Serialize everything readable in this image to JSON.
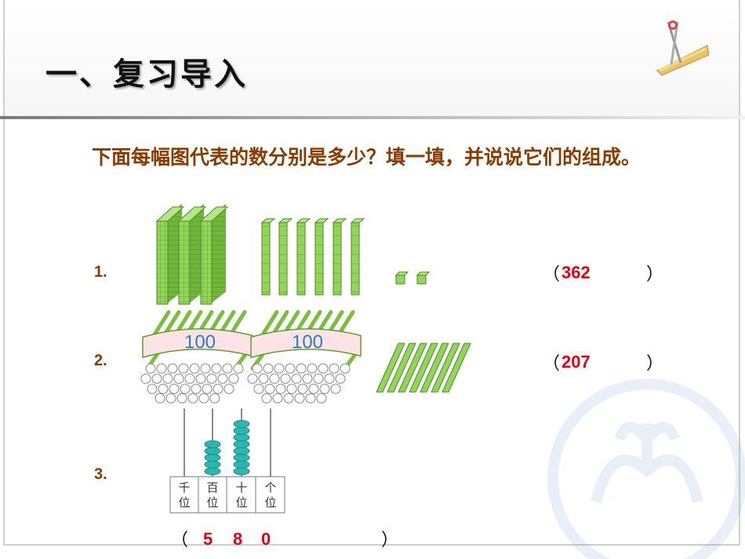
{
  "title": "一、复习导入",
  "question": "下面每幅图代表的数分别是多少？填一填，并说说它们的组成。",
  "items": [
    {
      "label": "1.",
      "open": "（",
      "answer": "362",
      "close": "）"
    },
    {
      "label": "2.",
      "open": "（",
      "answer": "207",
      "close": "）"
    },
    {
      "label": "3.",
      "open": "（",
      "digits": [
        "5",
        "8",
        "0"
      ],
      "close": "）"
    }
  ],
  "bundle_label": "100",
  "abacus_places": [
    {
      "top": "千",
      "bottom": "位"
    },
    {
      "top": "百",
      "bottom": "位"
    },
    {
      "top": "十",
      "bottom": "位"
    },
    {
      "top": "个",
      "bottom": "位"
    }
  ],
  "abacus_beads": [
    0,
    5,
    8,
    0
  ],
  "colors": {
    "answer": "#e60012",
    "question": "#8a3b00",
    "cube_green": "#8fd14f",
    "bead": "#2bb6b0"
  }
}
